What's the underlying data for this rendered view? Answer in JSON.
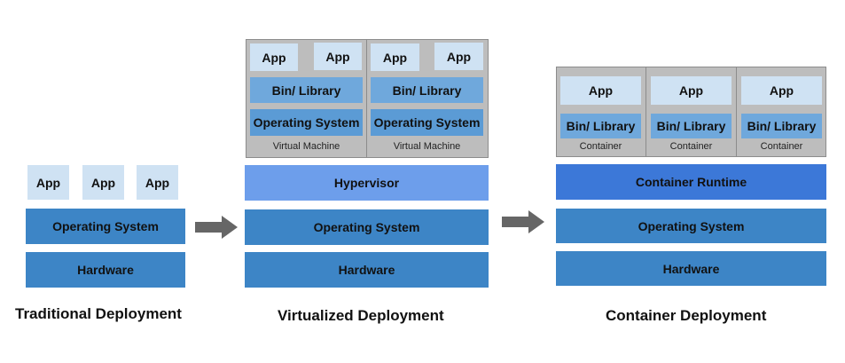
{
  "traditional": {
    "apps": [
      "App",
      "App",
      "App"
    ],
    "os": "Operating System",
    "hardware": "Hardware",
    "caption": "Traditional Deployment"
  },
  "virtualized": {
    "vms": [
      {
        "apps": [
          "App",
          "App"
        ],
        "bin": "Bin/ Library",
        "os": "Operating System",
        "label": "Virtual Machine"
      },
      {
        "apps": [
          "App",
          "App"
        ],
        "bin": "Bin/ Library",
        "os": "Operating System",
        "label": "Virtual Machine"
      }
    ],
    "hypervisor": "Hypervisor",
    "os": "Operating System",
    "hardware": "Hardware",
    "caption": "Virtualized Deployment"
  },
  "container": {
    "containers": [
      {
        "app": "App",
        "bin": "Bin/ Library",
        "label": "Container"
      },
      {
        "app": "App",
        "bin": "Bin/ Library",
        "label": "Container"
      },
      {
        "app": "App",
        "bin": "Bin/ Library",
        "label": "Container"
      }
    ],
    "runtime": "Container Runtime",
    "os": "Operating System",
    "hardware": "Hardware",
    "caption": "Container Deployment"
  },
  "colors": {
    "app": "#cfe2f3",
    "os_hw": "#3d85c6",
    "bin": "#6fa8dc",
    "hypervisor": "#6d9eeb",
    "runtime": "#3c78d8",
    "vm_bg": "#bdbdbd",
    "arrow": "#666666"
  },
  "icons": [
    "arrow-right-icon",
    "arrow-right-icon"
  ]
}
